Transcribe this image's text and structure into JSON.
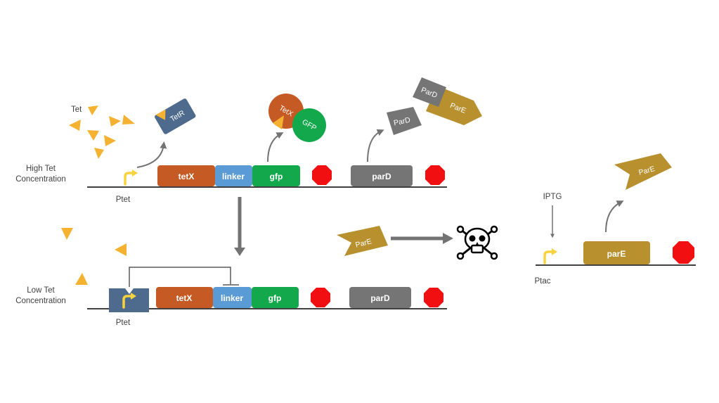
{
  "colors": {
    "tetx": "#c55a24",
    "linker": "#5b9bd5",
    "gfp": "#12a84b",
    "pard": "#757575",
    "pare": "#b8902e",
    "tetr": "#4e6a8c",
    "tet": "#f5b230",
    "promoter": "#f8d33f",
    "terminator": "#f20f12",
    "arrow": "#737373",
    "dna": "#3f3f3f"
  },
  "high_tet": {
    "condition_line1": "High Tet",
    "condition_line2": "Concentration",
    "tet_label": "Tet",
    "promoter_label": "Ptet",
    "genes": {
      "tetx": "tetX",
      "linker": "linker",
      "gfp": "gfp",
      "pard": "parD"
    },
    "proteins": {
      "tetr": "TetR",
      "tetx": "TetX",
      "gfp": "GFP",
      "pard": "ParD",
      "pard_complex": "ParD",
      "pare_complex": "ParE"
    }
  },
  "low_tet": {
    "condition_line1": "Low Tet",
    "condition_line2": "Concentration",
    "promoter_label": "Ptet",
    "genes": {
      "tetx": "tetX",
      "linker": "linker",
      "gfp": "gfp",
      "pard": "parD"
    },
    "free_pare": "ParE"
  },
  "inducible": {
    "inducer_label": "IPTG",
    "promoter_label": "Ptac",
    "gene": "parE",
    "protein": "ParE"
  }
}
